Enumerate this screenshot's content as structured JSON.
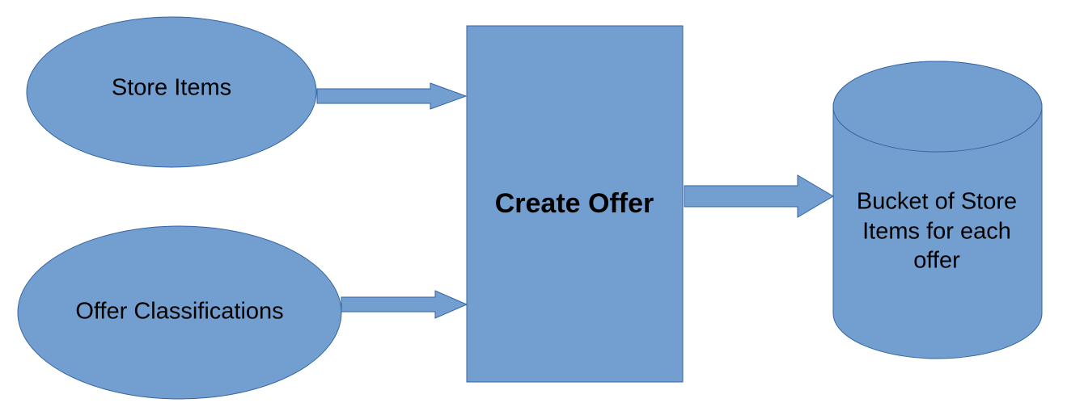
{
  "diagram": {
    "colors": {
      "fill": "#729fcf",
      "stroke": "#3465a4"
    },
    "nodes": {
      "store_items": {
        "label": "Store Items"
      },
      "offer_classifications": {
        "label": "Offer Classifications"
      },
      "create_offer": {
        "label": "Create Offer"
      },
      "bucket": {
        "label_lines": [
          "Bucket of Store",
          "Items for each",
          "offer"
        ]
      }
    }
  }
}
